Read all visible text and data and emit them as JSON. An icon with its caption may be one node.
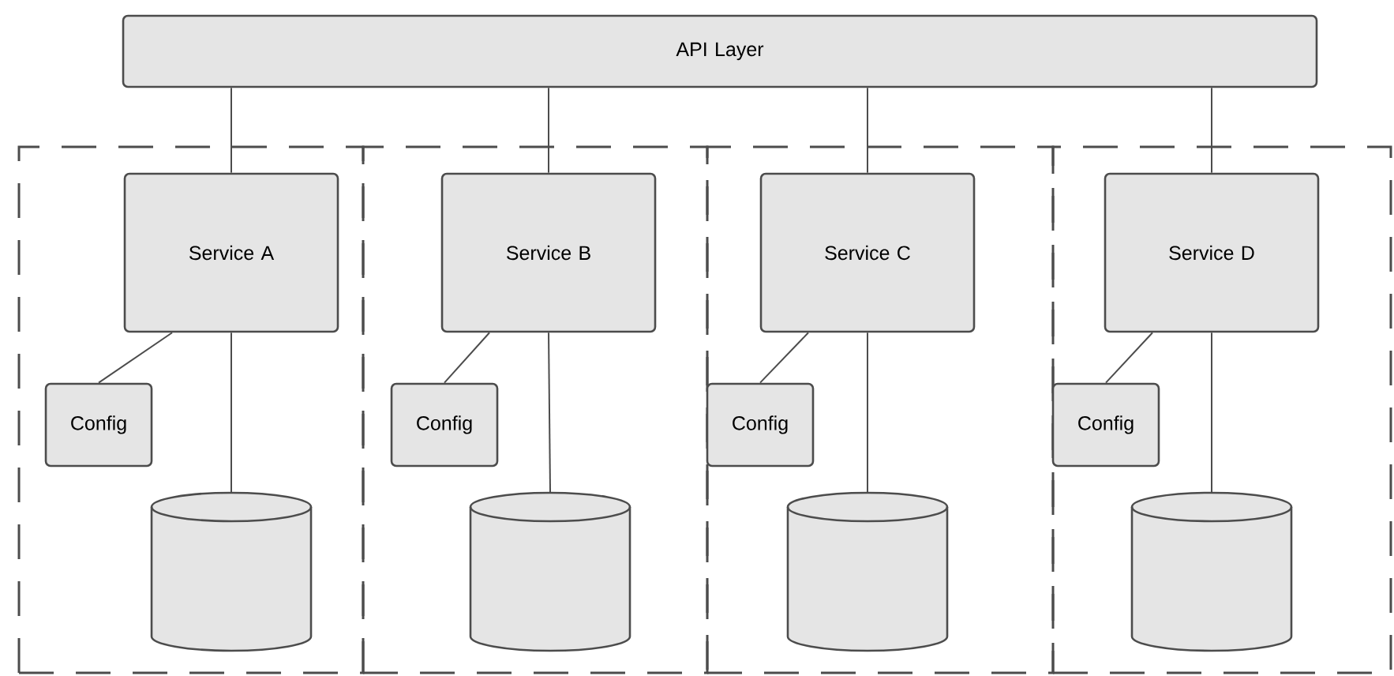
{
  "diagram": {
    "nodes": [
      {
        "text": [
          "API Layer"
        ]
      },
      {
        "text": [],
        "shape": "box"
      },
      {
        "text": [
          "Service A"
        ],
        "in": 1
      },
      {
        "text": [
          "Config"
        ],
        "in": 1
      },
      {
        "text": [],
        "shape": "cylinder",
        "in": 1
      },
      {
        "text": [],
        "shape": "box"
      },
      {
        "text": [
          "Service B"
        ],
        "in": 5
      },
      {
        "text": [
          "Config"
        ],
        "in": 5
      },
      {
        "text": [],
        "shape": "cylinder",
        "in": 5
      },
      {
        "text": [],
        "shape": "box"
      },
      {
        "text": [
          "Service C"
        ],
        "in": 9
      },
      {
        "text": [
          "Config"
        ],
        "in": 9
      },
      {
        "text": [],
        "shape": "cylinder",
        "in": 9
      },
      {
        "text": [],
        "shape": "box"
      },
      {
        "text": [
          "Service D"
        ],
        "in": 13
      },
      {
        "text": [
          "Config"
        ],
        "in": 13
      },
      {
        "text": [],
        "shape": "cylinder",
        "in": 13
      }
    ],
    "edges": [
      {
        "from": 0,
        "to": 2,
        "arrow": "none"
      },
      {
        "from": 2,
        "to": 3,
        "arrow": "none"
      },
      {
        "from": 2,
        "to": 4,
        "arrow": "none"
      },
      {
        "from": 0,
        "to": 6,
        "arrow": "none"
      },
      {
        "from": 6,
        "to": 7,
        "arrow": "none"
      },
      {
        "from": 6,
        "to": 8,
        "arrow": "none"
      },
      {
        "from": 0,
        "to": 10,
        "arrow": "none"
      },
      {
        "from": 10,
        "to": 11,
        "arrow": "none"
      },
      {
        "from": 10,
        "to": 12,
        "arrow": "none"
      },
      {
        "from": 0,
        "to": 14,
        "arrow": "none"
      },
      {
        "from": 14,
        "to": 15,
        "arrow": "none"
      },
      {
        "from": 14,
        "to": 16,
        "arrow": "none"
      }
    ]
  }
}
